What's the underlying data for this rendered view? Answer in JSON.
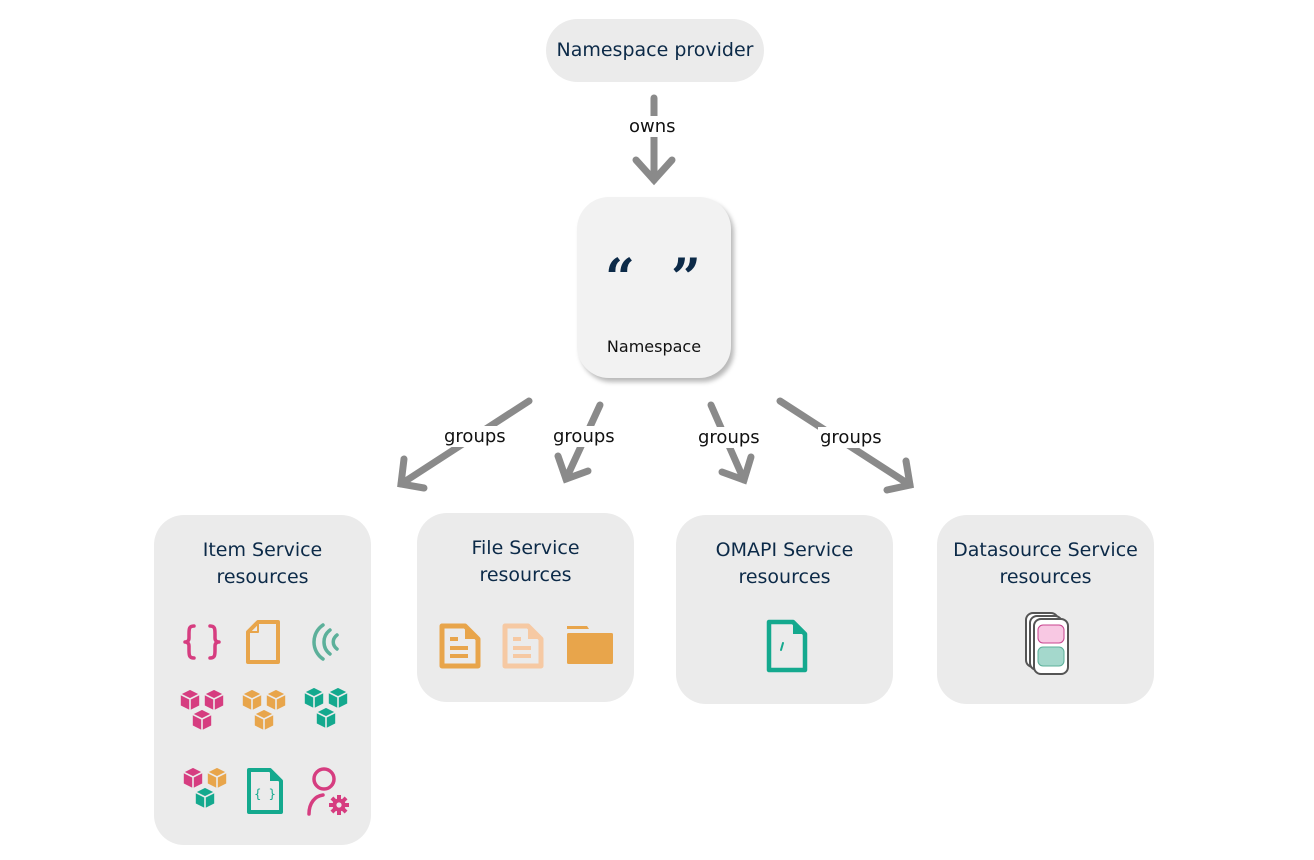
{
  "diagram": {
    "provider": {
      "label": "Namespace provider"
    },
    "namespace": {
      "label": "Namespace",
      "open_quote": "“",
      "close_quote": "”"
    },
    "edges": {
      "owns": "owns",
      "groups_item": "groups",
      "groups_file": "groups",
      "groups_omapi": "groups",
      "groups_datasource": "groups"
    },
    "services": [
      {
        "label": "Item Service\nresources",
        "icons": [
          "json-braces-icon",
          "document-icon",
          "signal-waves-icon",
          "cubes-pink-icon",
          "cubes-orange-icon",
          "cubes-teal-icon",
          "cubes-mixed-icon",
          "json-file-icon",
          "user-settings-icon"
        ]
      },
      {
        "label": "File Service\nresources",
        "icons": [
          "text-file-icon",
          "text-file-light-icon",
          "folder-icon"
        ]
      },
      {
        "label": "OMAPI Service\nresources",
        "icons": [
          "path-file-icon"
        ]
      },
      {
        "label": "Datasource Service\nresources",
        "icons": [
          "datasource-stack-icon"
        ]
      }
    ],
    "colors": {
      "node_bg": "#ebebeb",
      "title_text": "#0c2a48",
      "arrow": "#8a8a8a",
      "pink": "#d63d80",
      "orange": "#e8a54b",
      "orange_light": "#f6c9a3",
      "teal": "#14a98e",
      "teal_soft": "#5cb09a"
    }
  }
}
